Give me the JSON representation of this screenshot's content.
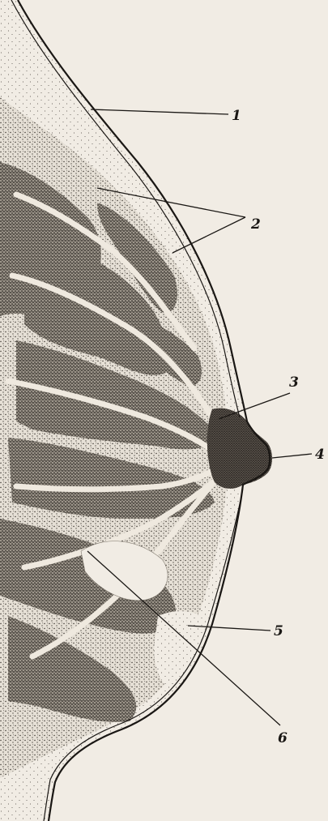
{
  "figure": {
    "callouts": [
      {
        "id": "callout-1",
        "label": "1"
      },
      {
        "id": "callout-2",
        "label": "2"
      },
      {
        "id": "callout-3",
        "label": "3"
      },
      {
        "id": "callout-4",
        "label": "4"
      },
      {
        "id": "callout-5",
        "label": "5"
      },
      {
        "id": "callout-6",
        "label": "6"
      }
    ]
  },
  "colors": {
    "paper": "#f1ece4",
    "ink": "#1a1714"
  }
}
